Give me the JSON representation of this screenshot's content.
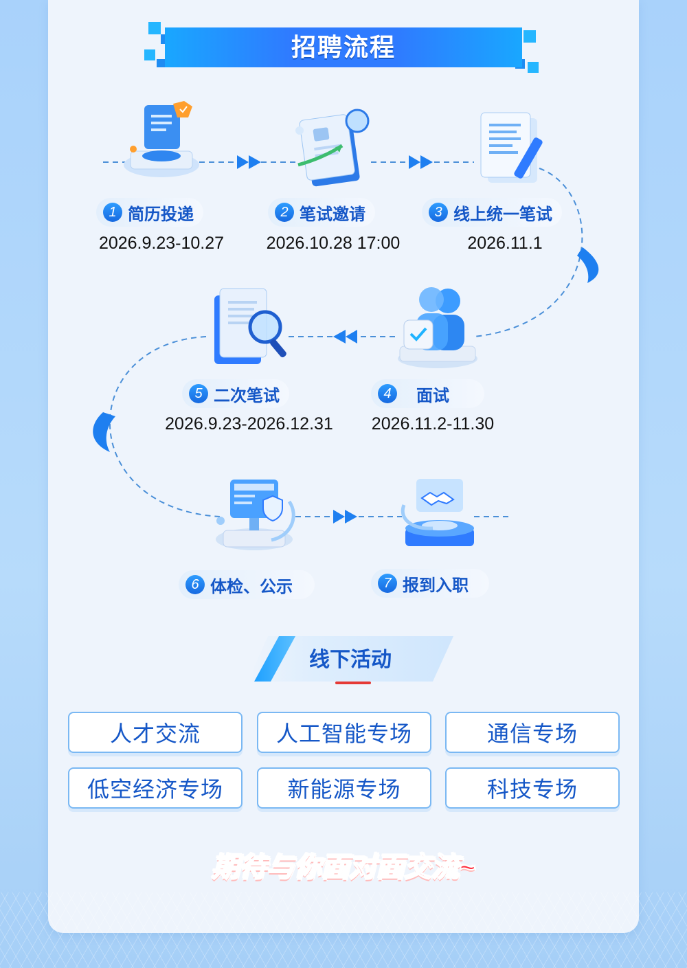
{
  "header": {
    "title": "招聘流程"
  },
  "steps": [
    {
      "num": "1",
      "name": "简历投递",
      "date": "2026.9.23-10.27",
      "icon": "resume-monitor-icon"
    },
    {
      "num": "2",
      "name": "笔试邀请",
      "date": "2026.10.28 17:00",
      "icon": "invitation-document-icon"
    },
    {
      "num": "3",
      "name": "线上统一笔试",
      "date": "2026.11.1",
      "icon": "notepad-pen-icon"
    },
    {
      "num": "4",
      "name": "面试",
      "date": "2026.11.2-11.30",
      "icon": "people-check-icon"
    },
    {
      "num": "5",
      "name": "二次笔试",
      "date": "2026.9.23-2026.12.31",
      "icon": "document-magnifier-icon"
    },
    {
      "num": "6",
      "name": "体检、公示",
      "date": "",
      "icon": "computer-shield-icon"
    },
    {
      "num": "7",
      "name": "报到入职",
      "date": "",
      "icon": "handshake-podium-icon"
    }
  ],
  "offline": {
    "title": "线下活动",
    "tags": [
      "人才交流",
      "人工智能专场",
      "通信专场",
      "低空经济专场",
      "新能源专场",
      "科技专场"
    ]
  },
  "slogan": "期待与你面对面交流~",
  "colors": {
    "primary": "#1557c7",
    "accent": "#25b6ff",
    "slogan": "#ff2a3a",
    "background": "#a9d2fb"
  }
}
